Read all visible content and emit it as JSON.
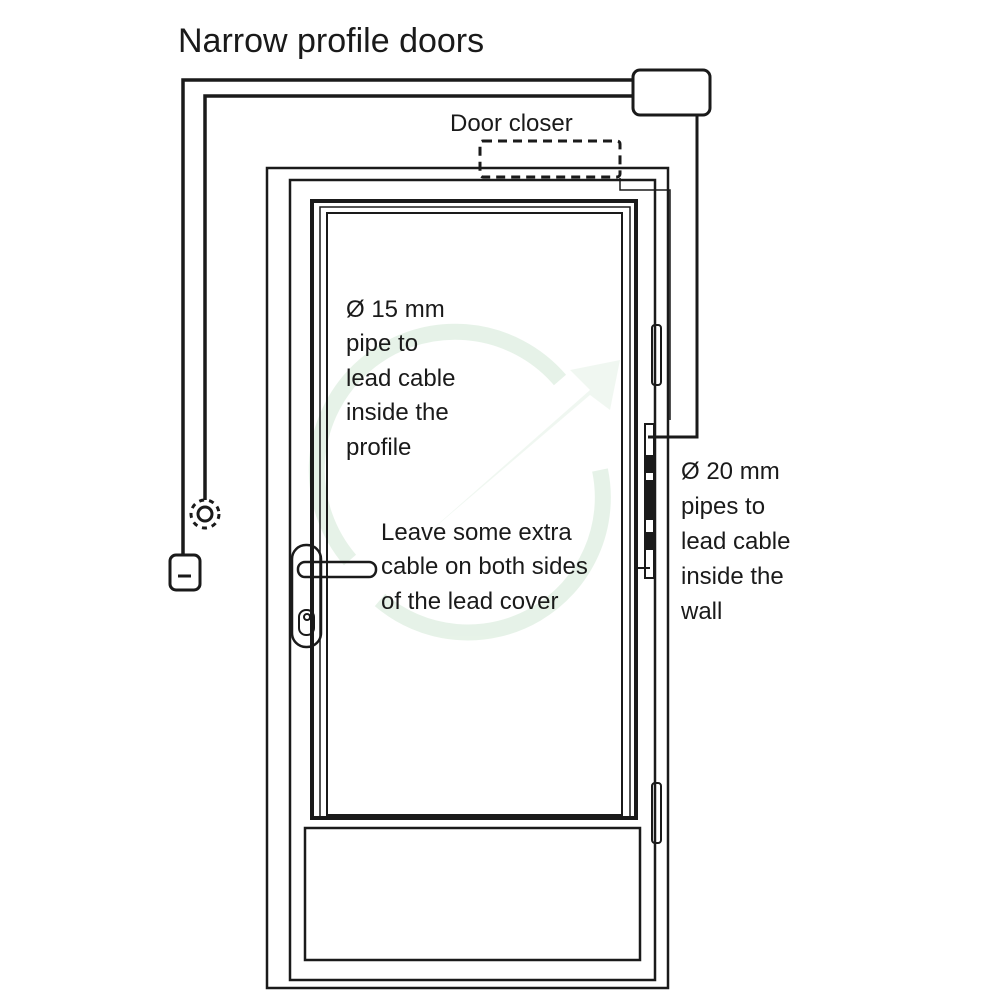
{
  "title": "Narrow profile doors",
  "labels": {
    "door_closer": "Door closer",
    "pipe_15": [
      "Ø 15 mm",
      "pipe to",
      "lead cable",
      "inside the",
      "profile"
    ],
    "extra_cable": [
      "Leave some extra",
      "cable on both sides",
      "of the lead cover"
    ],
    "pipe_20": [
      "Ø 20 mm",
      "pipes to",
      "lead cable",
      "inside the",
      "wall"
    ]
  },
  "colors": {
    "line": "#1a1a1a",
    "watermark": "#d7ecd9"
  }
}
